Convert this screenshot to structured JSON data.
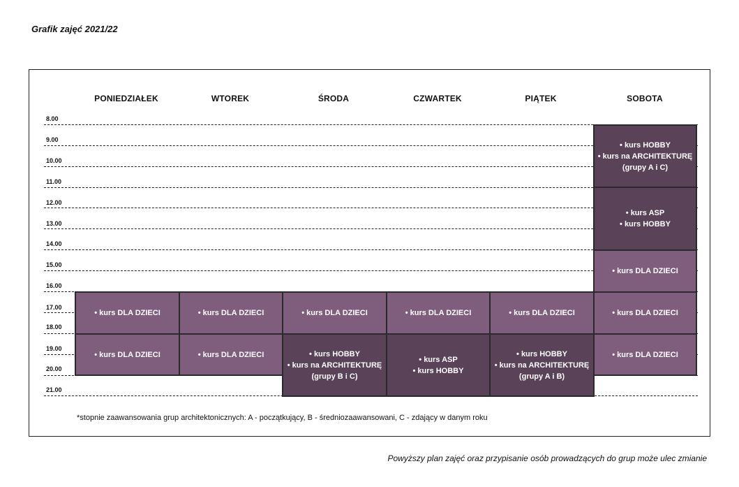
{
  "title": "Grafik zajęć  2021/22",
  "days": [
    "PONIEDZIAŁEK",
    "WTOREK",
    "ŚRODA",
    "CZWARTEK",
    "PIĄTEK",
    "SOBOTA"
  ],
  "times": [
    "8.00",
    "9.00",
    "10.00",
    "11.00",
    "12.00",
    "13.00",
    "14.00",
    "15.00",
    "16.00",
    "17.00",
    "18.00",
    "19.00",
    "20.00",
    "21.00"
  ],
  "blocks": {
    "sat_morning": [
      "• kurs HOBBY",
      "• kurs na ARCHITEKTURĘ",
      "(grupy A i C)"
    ],
    "sat_midday": [
      "• kurs ASP",
      "• kurs HOBBY"
    ],
    "sat_afternoon": [
      "• kurs DLA DZIECI"
    ],
    "mon_17": [
      "• kurs DLA DZIECI"
    ],
    "tue_17": [
      "• kurs DLA DZIECI"
    ],
    "wed_17": [
      "• kurs DLA DZIECI"
    ],
    "thu_17": [
      "• kurs DLA DZIECI"
    ],
    "fri_17": [
      "• kurs DLA DZIECI"
    ],
    "sat_17": [
      "• kurs DLA DZIECI"
    ],
    "mon_19": [
      "• kurs DLA DZIECI"
    ],
    "tue_19": [
      "• kurs DLA DZIECI"
    ],
    "wed_19": [
      "• kurs HOBBY",
      "• kurs na ARCHITEKTURĘ",
      "(grupy B i C)"
    ],
    "thu_19": [
      "• kurs ASP",
      "• kurs HOBBY"
    ],
    "fri_19": [
      "• kurs HOBBY",
      "• kurs na ARCHITEKTURĘ",
      "(grupy A i B)"
    ],
    "sat_19": [
      "• kurs DLA DZIECI"
    ]
  },
  "footnote": "*stopnie zaawansowania grup architektonicznych: A - początkujący, B - średniozaawansowani, C - zdający w danym roku",
  "disclaimer": "Powyższy plan zajęć oraz przypisanie osób prowadzących do grup może ulec zmianie",
  "colors": {
    "light_block": "#7e5e7c",
    "dark_block": "#5a4258"
  }
}
